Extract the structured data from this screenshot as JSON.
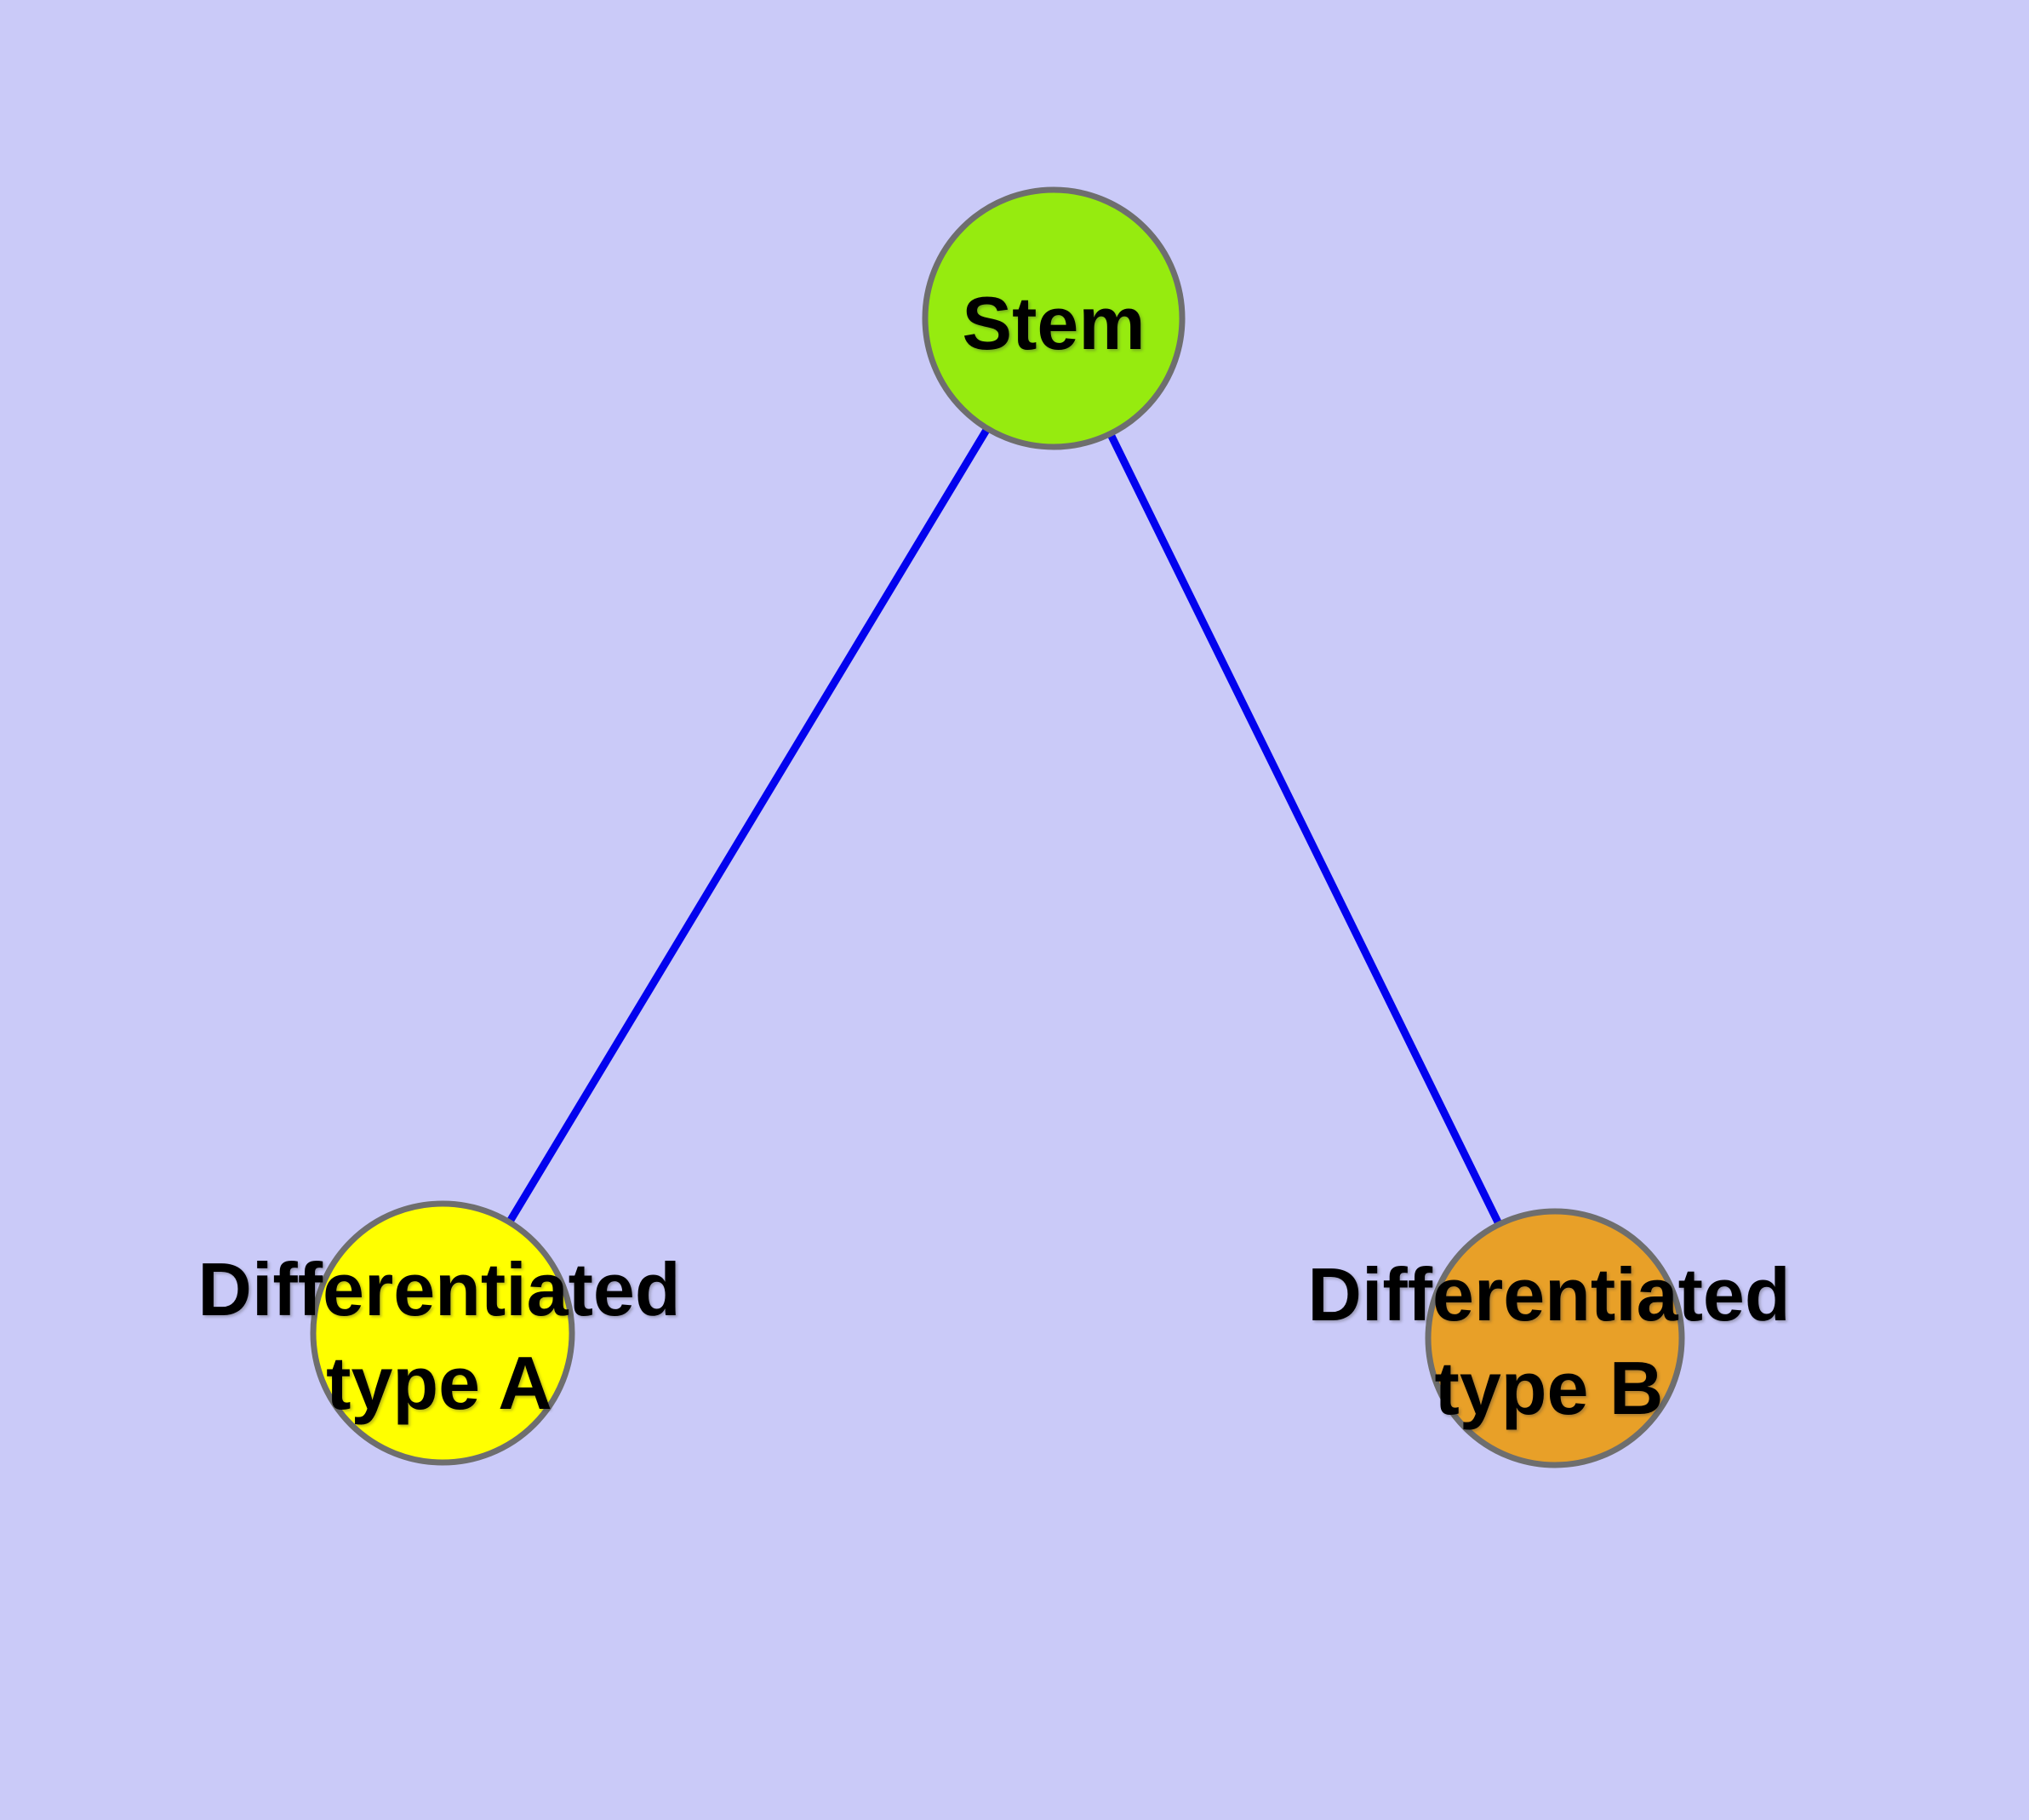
{
  "canvas": {
    "background_color": "#cacaf8"
  },
  "graph": {
    "text_color": "#000000",
    "node_border_color": "#6e6e6e",
    "nodes": {
      "stem": {
        "label": "Stem",
        "color": "#96eb0f"
      },
      "type_a": {
        "label": "Differentiated\ntype A",
        "color": "#ffff00"
      },
      "type_b": {
        "label": "Differentiated\ntype B",
        "color": "#e8a028"
      }
    },
    "edges": {
      "color": "#0202ee",
      "list": [
        {
          "from": "Stem",
          "to": "Differentiated type A"
        },
        {
          "from": "Stem",
          "to": "Differentiated type B"
        }
      ]
    }
  }
}
